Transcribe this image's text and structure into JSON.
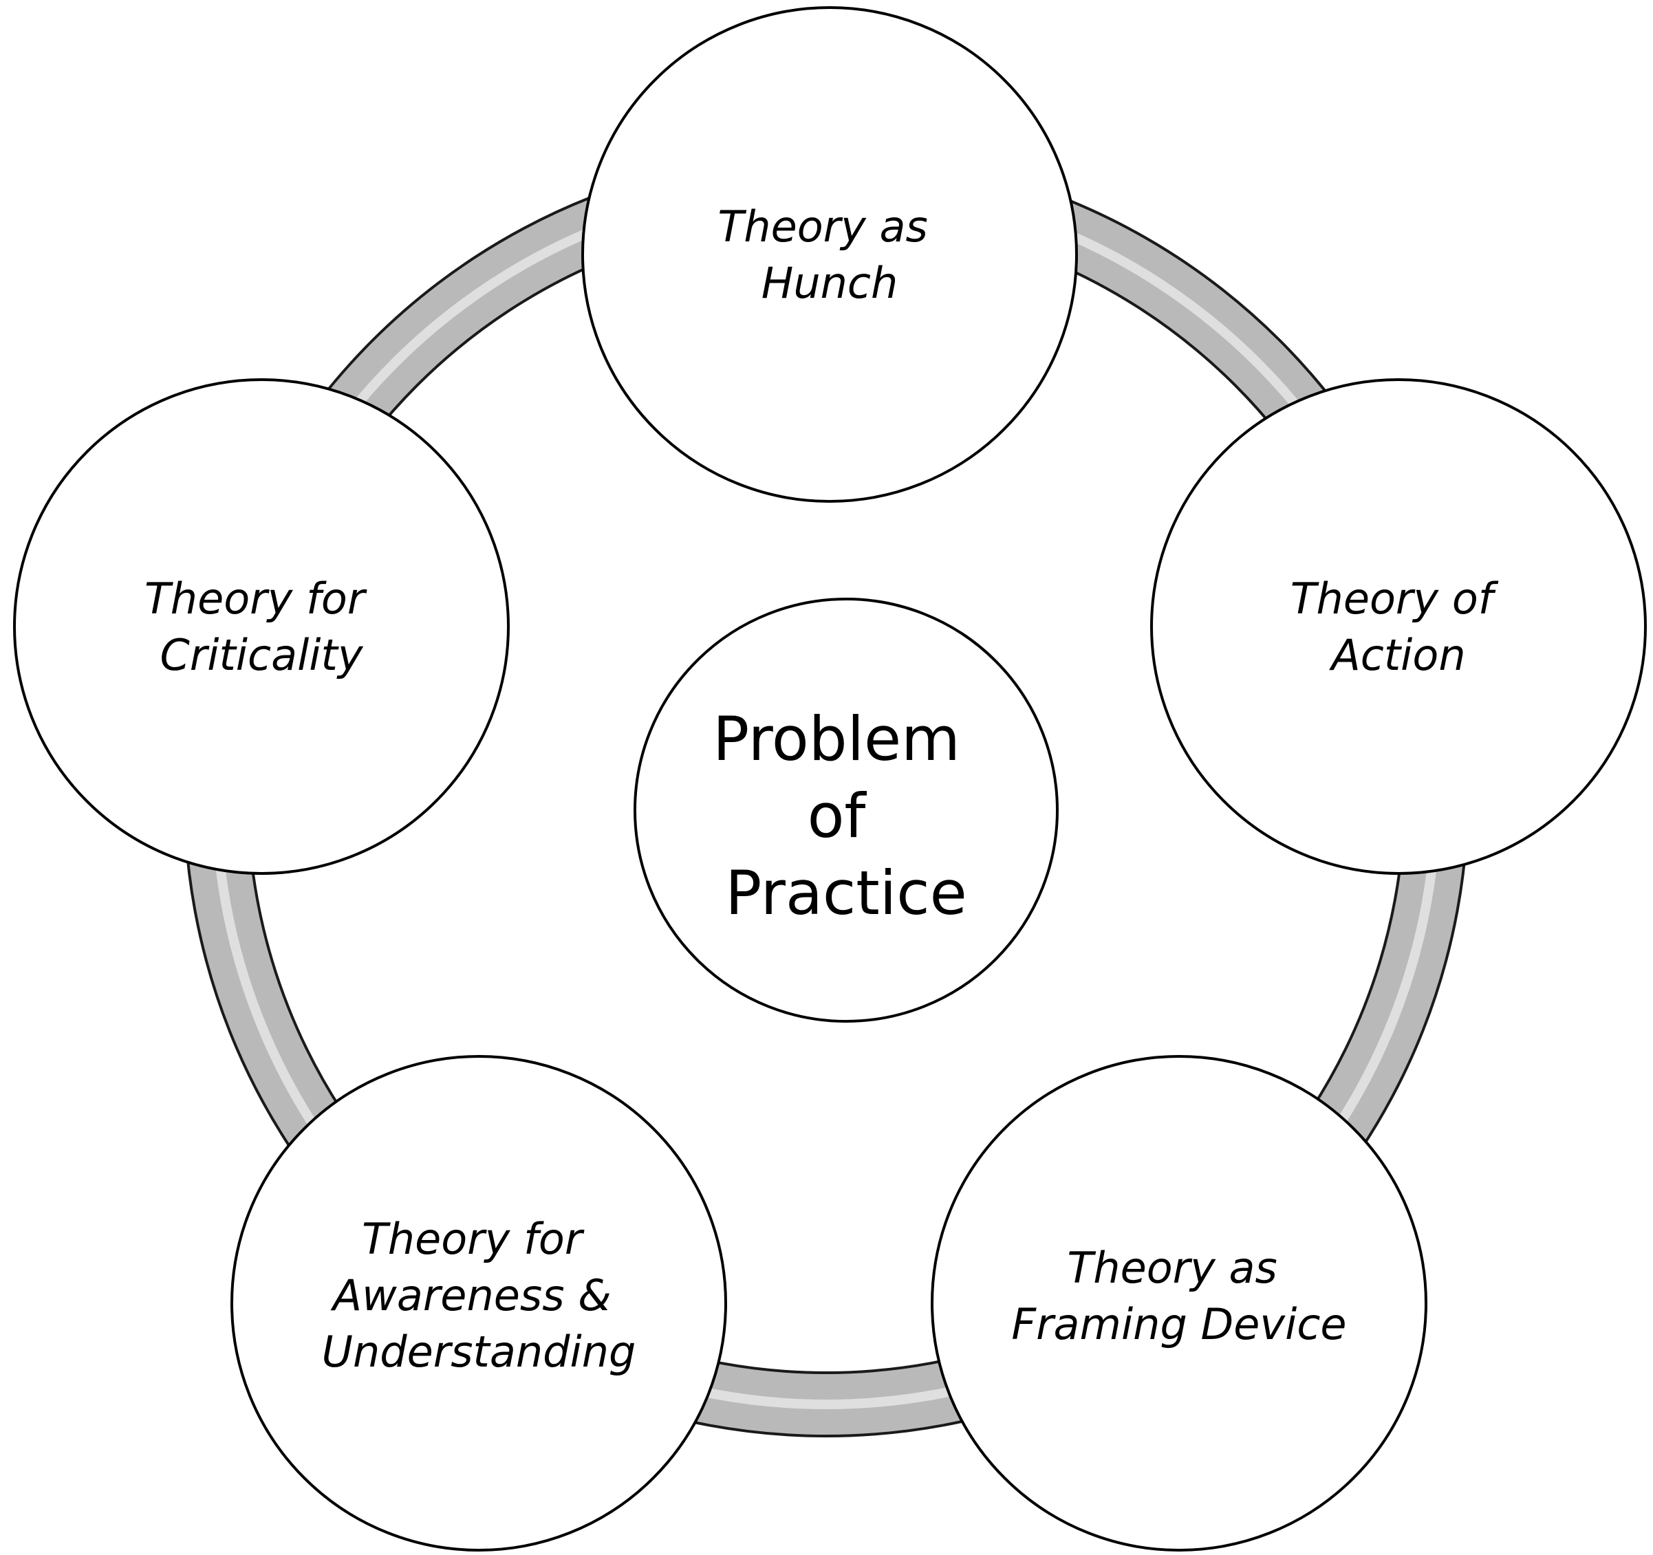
{
  "center": {
    "lines": [
      "Problem",
      "of",
      "Practice"
    ]
  },
  "nodes": [
    {
      "id": "hunch",
      "lines": [
        "Theory as",
        "Hunch"
      ]
    },
    {
      "id": "action",
      "lines": [
        "Theory of",
        "Action"
      ]
    },
    {
      "id": "framing-device",
      "lines": [
        "Theory as",
        "Framing Device"
      ]
    },
    {
      "id": "awareness-understanding",
      "lines": [
        "Theory for",
        "Awareness &",
        "Understanding"
      ]
    },
    {
      "id": "criticality",
      "lines": [
        "Theory for",
        "Criticality"
      ]
    }
  ],
  "colors": {
    "ring_outer": "#1a1a1a",
    "ring_fill": "#b9b9b9",
    "ring_highlight": "#e8e8e8",
    "circle_fill": "#ffffff",
    "circle_stroke": "#000000"
  }
}
